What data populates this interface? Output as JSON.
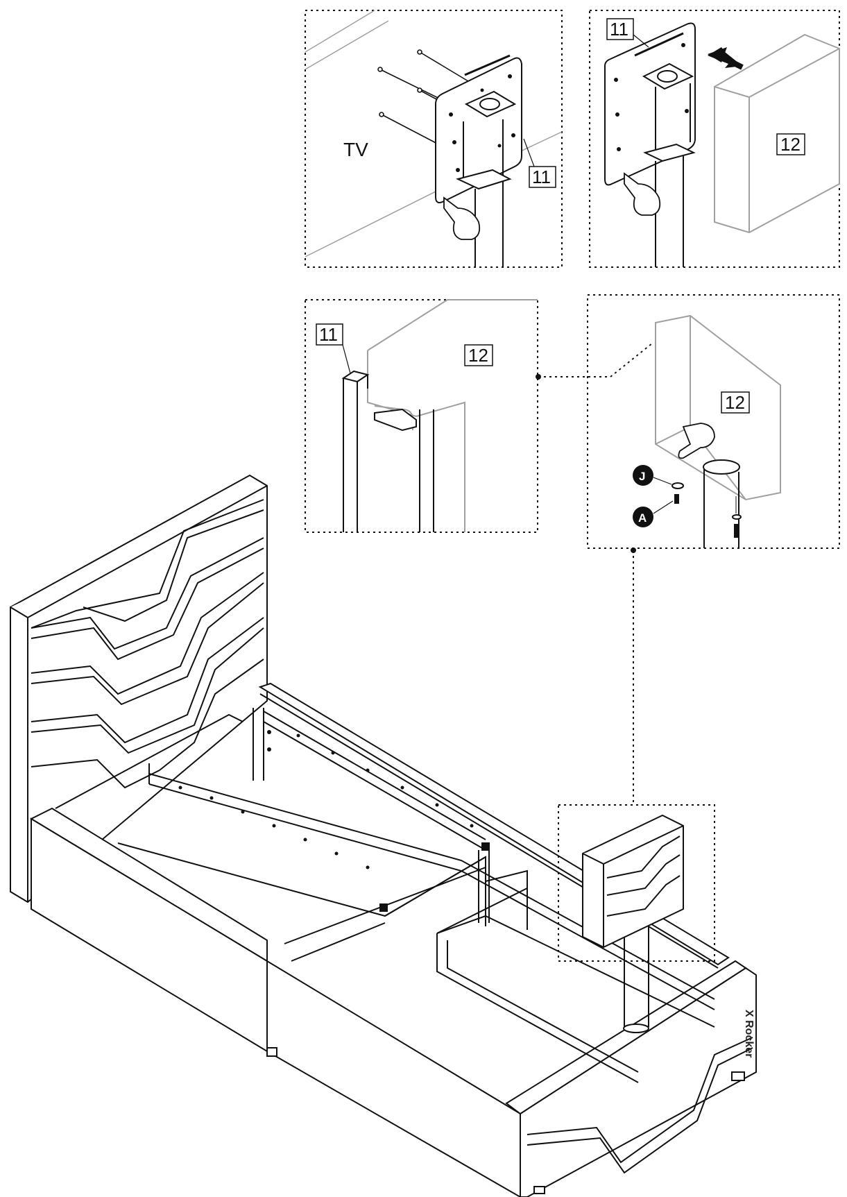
{
  "labels": {
    "tv": "TV",
    "part_11": "11",
    "part_12": "12",
    "hardware_j": "J",
    "hardware_a": "A",
    "brand": "X Rocker"
  },
  "colors": {
    "line": "#111111",
    "light_line": "#9a9a9a",
    "badge": "#111111"
  },
  "icons": {
    "hand": "pointing-hand-icon",
    "arrow": "push-arrow-icon"
  }
}
